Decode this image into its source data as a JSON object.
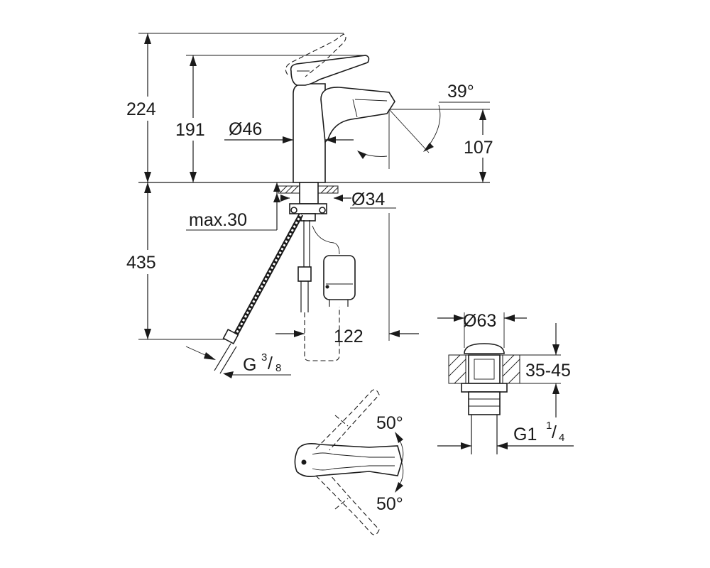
{
  "dimensions": {
    "total_height": "224",
    "lever_height": "191",
    "body_diameter": "Ø46",
    "spout_angle": "39°",
    "spout_height": "107",
    "mount_diameter": "Ø34",
    "max_deck": "max.30",
    "below_deck": "435",
    "projection": "122",
    "hose_thread_main": "G",
    "hose_thread_num": "3",
    "hose_thread_den": "8",
    "waste_diameter": "Ø63",
    "waste_range": "35-45",
    "waste_thread_main": "G1",
    "waste_thread_num": "1",
    "waste_thread_den": "4",
    "lever_angle_up": "50°",
    "lever_angle_down": "50°"
  }
}
